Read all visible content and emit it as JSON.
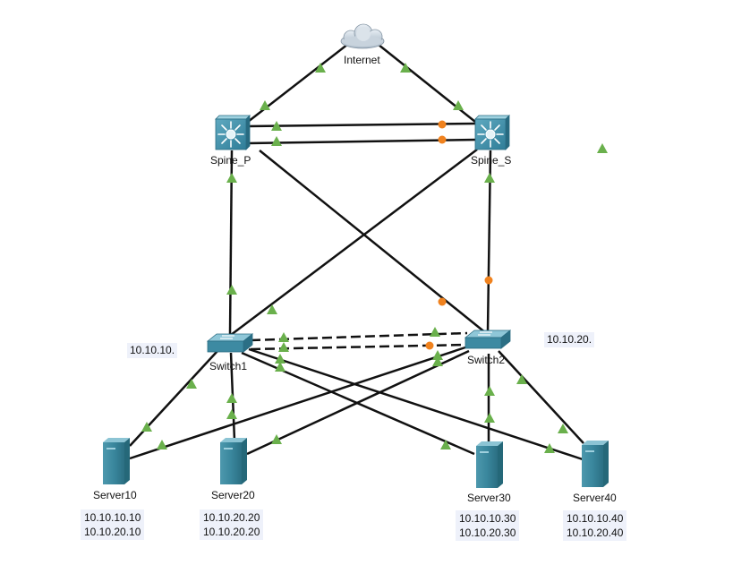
{
  "devices": {
    "internet": {
      "label": "Internet",
      "icon": "cloud-icon"
    },
    "spine_p": {
      "label": "Spine_P",
      "icon": "multilayer-switch-icon"
    },
    "spine_s": {
      "label": "Spine_S",
      "icon": "multilayer-switch-icon"
    },
    "switch1": {
      "label": "Switch1",
      "icon": "switch-icon"
    },
    "switch2": {
      "label": "Switch2",
      "icon": "switch-icon"
    },
    "server10": {
      "label": "Server10",
      "icon": "server-icon",
      "ips": [
        "10.10.10.10",
        "10.10.20.10"
      ]
    },
    "server20": {
      "label": "Server20",
      "icon": "server-icon",
      "ips": [
        "10.10.20.20",
        "10.10.20.20"
      ]
    },
    "server30": {
      "label": "Server30",
      "icon": "server-icon",
      "ips": [
        "10.10.10.30",
        "10.10.20.30"
      ]
    },
    "server40": {
      "label": "Server40",
      "icon": "server-icon",
      "ips": [
        "10.10.10.40",
        "10.10.20.40"
      ]
    }
  },
  "notes": {
    "left_subnet": "10.10.10.",
    "right_subnet": "10.10.20."
  },
  "link_status_colors": {
    "up": "#6ab04c",
    "blocked": "#f0821e"
  }
}
